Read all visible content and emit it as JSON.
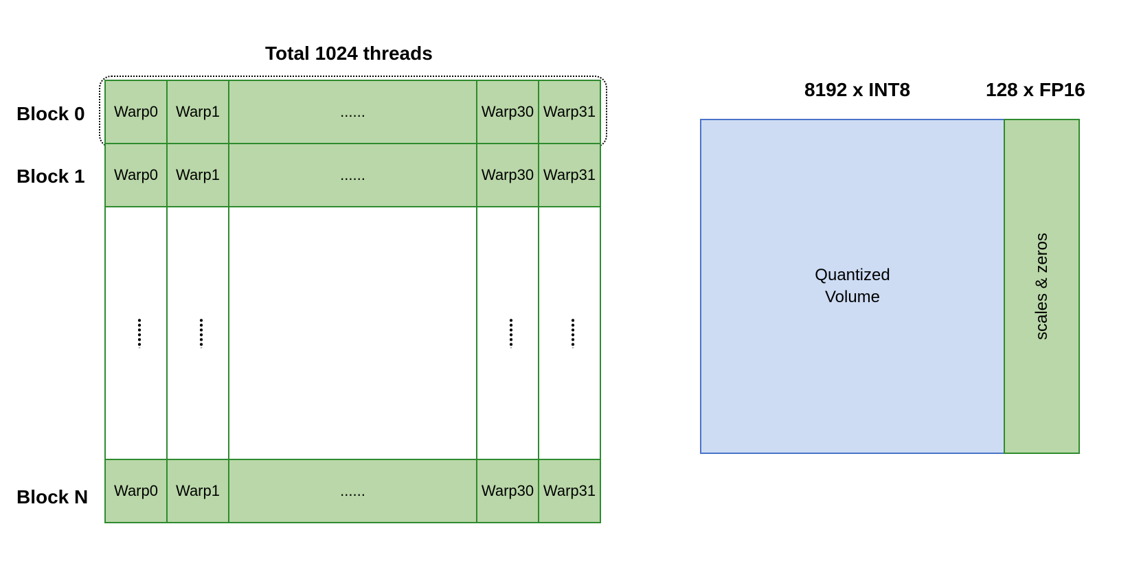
{
  "left": {
    "title": "Total 1024 threads",
    "blocks": [
      {
        "label": "Block 0",
        "cells": [
          "Warp0",
          "Warp1",
          "......",
          "Warp30",
          "Warp31"
        ]
      },
      {
        "label": "Block 1",
        "cells": [
          "Warp0",
          "Warp1",
          "......",
          "Warp30",
          "Warp31"
        ]
      },
      {
        "label": "Block N",
        "cells": [
          "Warp0",
          "Warp1",
          "......",
          "Warp30",
          "Warp31"
        ]
      }
    ]
  },
  "right": {
    "int8_label": "8192 x INT8",
    "fp16_label": "128 x FP16",
    "quantized_line1": "Quantized",
    "quantized_line2": "Volume",
    "scales_label": "scales & zeros"
  },
  "colors": {
    "warp_fill": "#b9d7a8",
    "warp_border": "#2e8b2e",
    "volume_fill": "#cddcf3",
    "volume_border": "#4a74c9"
  }
}
